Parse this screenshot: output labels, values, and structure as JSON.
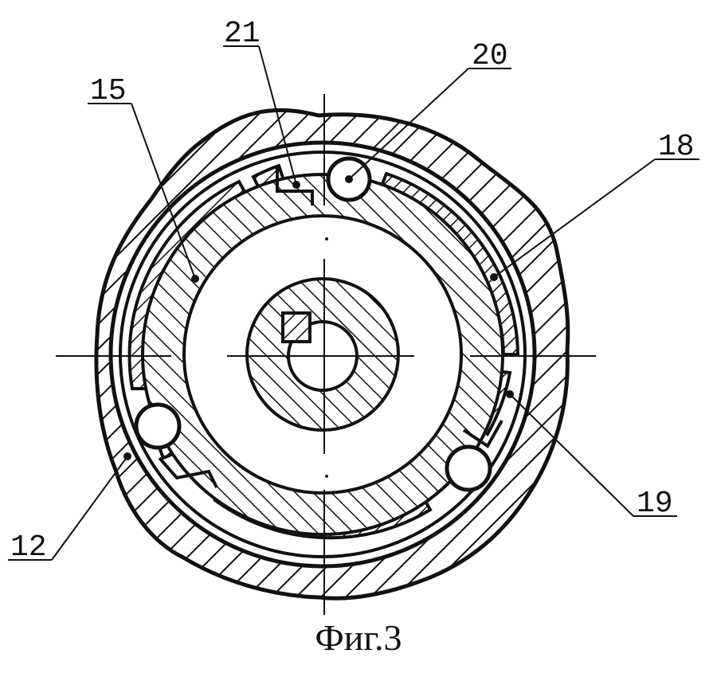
{
  "figure": {
    "caption": "Фиг.3",
    "labels": {
      "part_21": "21",
      "part_20": "20",
      "part_15": "15",
      "part_18": "18",
      "part_12": "12",
      "part_19": "19"
    }
  },
  "colors": {
    "ink": "#111111",
    "background": "#ffffff"
  }
}
